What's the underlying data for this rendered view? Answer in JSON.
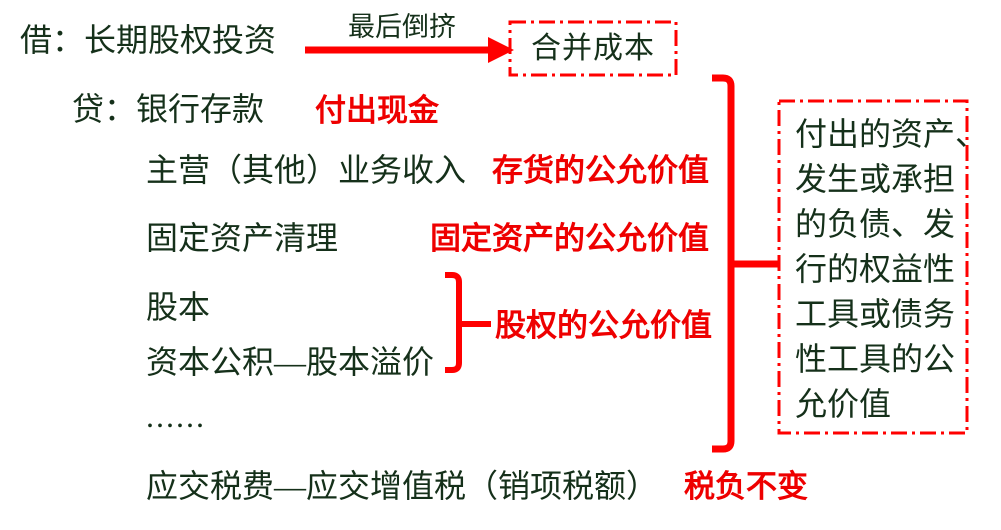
{
  "colors": {
    "red": "#ee0000",
    "line-red": "#ff0000",
    "green": "#15301a",
    "background": "#ffffff"
  },
  "entries": {
    "debit": "借：长期股权投资",
    "credit_bank": "贷：银行存款",
    "revenue": "主营（其他）业务收入",
    "fixed_asset_clearing": "固定资产清理",
    "share_capital": "股本",
    "capital_reserve": "资本公积—股本溢价",
    "ellipsis": "......",
    "tax": "应交税费—应交增值税（销项税额）"
  },
  "annotations": {
    "arrow_label": "最后倒挤",
    "merge_cost": "合并成本",
    "cash_paid": "付出现金",
    "inventory_fair_value": "存货的公允价值",
    "fixed_asset_fair_value": "固定资产的公允价值",
    "equity_fair_value": "股权的公允价值",
    "tax_unchanged": "税负不变"
  },
  "right_box": {
    "lines": [
      "付出的资产、",
      "发生或承担",
      "的负债、发",
      "行的权益性",
      "工具或债务",
      "性工具的公",
      "允价值"
    ]
  }
}
